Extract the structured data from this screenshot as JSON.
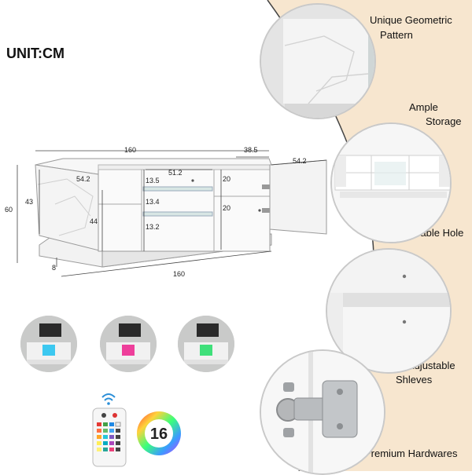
{
  "unit_label": "UNIT:CM",
  "features": [
    {
      "line1": "Unique Geometric",
      "line2": "Pattern"
    },
    {
      "line1": "Ample",
      "line2": "Storage"
    },
    {
      "line1": "Cable Hole",
      "line2": ""
    },
    {
      "line1": "Height-Adjustable",
      "line2": "Shleves"
    },
    {
      "line1": "Premium Hardwares",
      "line2": ""
    }
  ],
  "dimensions": {
    "top_width": "160",
    "top_depth": "38.5",
    "door_width": "54.2",
    "left_door_width": "54.2",
    "center_width": "51.2",
    "total_height": "60",
    "cabinet_height": "43",
    "door_height": "44",
    "shelf_1": "13.5",
    "shelf_2": "13.4",
    "shelf_3": "13.2",
    "right_shelf_1": "20",
    "right_shelf_2": "20",
    "base_height": "8",
    "bottom_width": "160"
  },
  "led_color_count": "16",
  "colors": {
    "beige": "#f7e6cf",
    "blue_led": "#3cc8f0",
    "pink_led": "#ee3f9b",
    "green_led": "#3fe07a"
  }
}
